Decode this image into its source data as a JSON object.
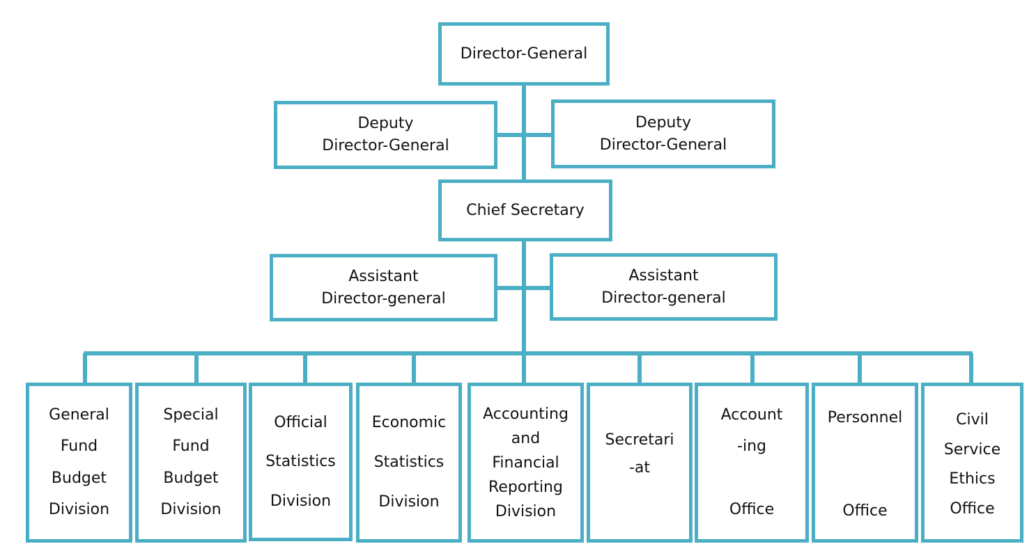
{
  "colors": {
    "accent": "#4aaec5",
    "text": "#111111",
    "background": "#ffffff"
  },
  "top": {
    "director_general": "Director-General",
    "deputy_left": [
      "Deputy",
      "Director-General"
    ],
    "deputy_right": [
      "Deputy",
      "Director-General"
    ],
    "chief_secretary": "Chief Secretary",
    "assistant_left": [
      "Assistant",
      "Director-general"
    ],
    "assistant_right": [
      "Assistant",
      "Director-general"
    ]
  },
  "divisions": [
    {
      "lines": [
        "General",
        "Fund",
        "Budget",
        "Division"
      ]
    },
    {
      "lines": [
        "Special",
        "Fund",
        "Budget",
        "Division"
      ]
    },
    {
      "lines": [
        "Official",
        "Statistics",
        "Division"
      ]
    },
    {
      "lines": [
        "Economic",
        "Statistics",
        "Division"
      ]
    },
    {
      "lines": [
        "Accounting",
        "and",
        "Financial",
        "Reporting",
        "Division"
      ]
    },
    {
      "lines": [
        "Secretari",
        "-at"
      ]
    },
    {
      "lines": [
        "Account",
        "-ing",
        "",
        "Office"
      ]
    },
    {
      "lines": [
        "Personnel",
        "",
        "",
        "Office"
      ]
    },
    {
      "lines": [
        "Civil",
        "Service",
        "Ethics",
        "Office"
      ]
    }
  ]
}
